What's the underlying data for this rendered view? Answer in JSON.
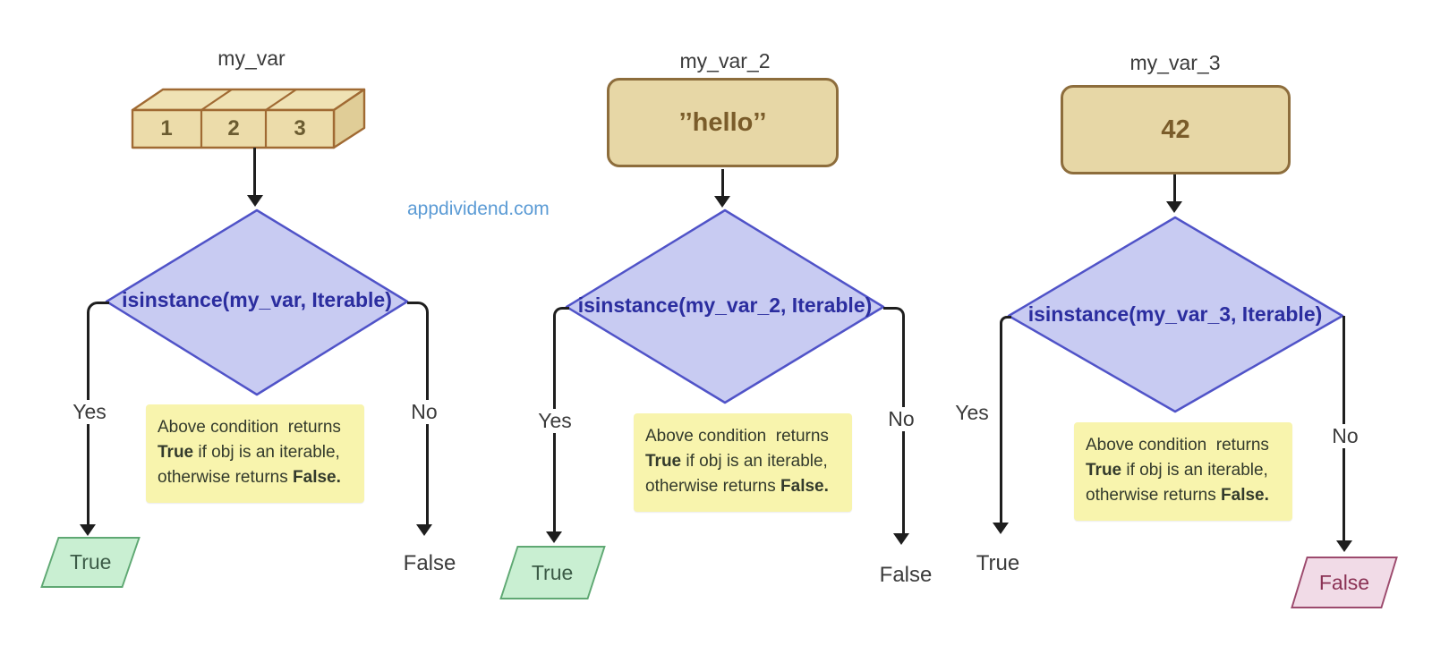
{
  "watermark": "appdividend.com",
  "labels": {
    "yes": "Yes",
    "no": "No"
  },
  "note": {
    "line1": "Above condition  returns",
    "line2_bold": "True",
    "line2_rest": " if obj is an iterable,",
    "line3_pre": "otherwise returns ",
    "line3_bold": "False."
  },
  "colors": {
    "line": "#1e1e1e",
    "diamond_fill": "#c8cbf2",
    "diamond_border": "#5053c8",
    "diamond_text": "#2b2d9f",
    "value_box_fill": "#e7d7a6",
    "value_box_border": "#8d6d3c",
    "list_box_front": "#ecdcaa",
    "list_box_top": "#efe2b4",
    "list_box_side": "#e0cd97",
    "list_box_border": "#a06a33",
    "note_fill": "#f8f4ad",
    "true_fill": "#c9efd2",
    "true_border": "#5fa873",
    "false_fill": "#f1dbe7",
    "false_border": "#9c4a6d",
    "watermark_blue": "#5b9bd5"
  },
  "charts": [
    {
      "title": "my_var",
      "value_kind": "list",
      "list_items": [
        "1",
        "2",
        "3"
      ],
      "condition": "isinstance(my_var, Iterable)",
      "yes_result": "True",
      "no_result": "False",
      "yes_shape": "green-parallelogram",
      "no_shape": "plain-text"
    },
    {
      "title": "my_var_2",
      "value_kind": "string",
      "value": "’’hello’’",
      "condition": "isinstance(my_var_2, Iterable)",
      "yes_result": "True",
      "no_result": "False",
      "yes_shape": "green-parallelogram",
      "no_shape": "plain-text"
    },
    {
      "title": "my_var_3",
      "value_kind": "int",
      "value": "42",
      "condition": "isinstance(my_var_3, Iterable)",
      "yes_result": "True",
      "no_result": "False",
      "yes_shape": "plain-text",
      "no_shape": "pink-parallelogram"
    }
  ]
}
